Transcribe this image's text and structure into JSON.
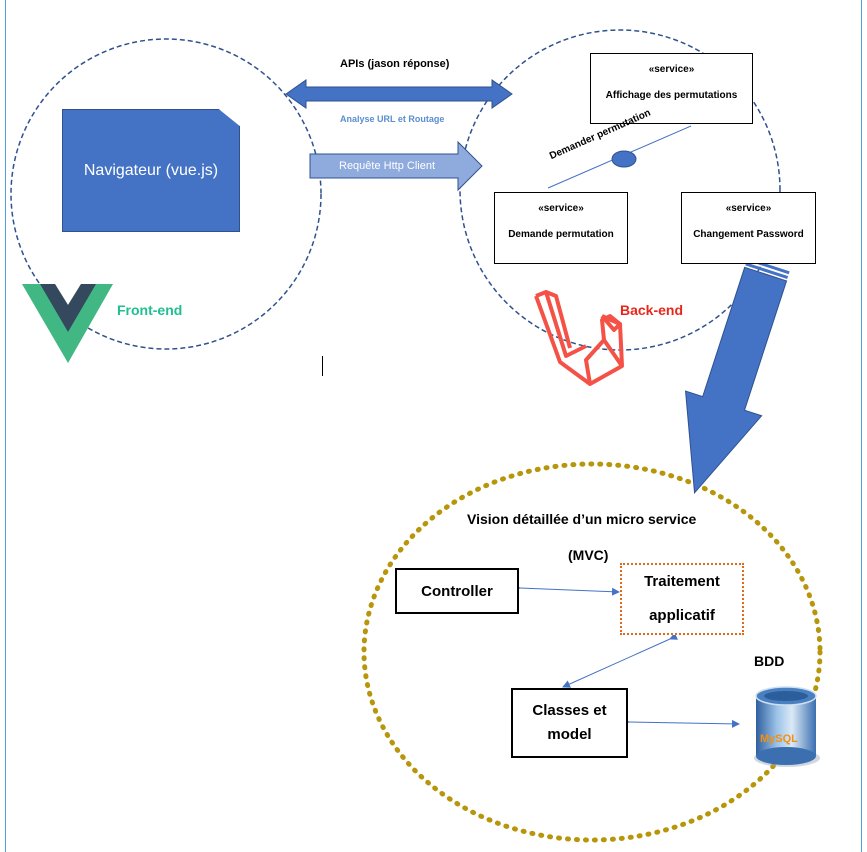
{
  "frontend": {
    "browser_label": "Navigateur (vue.js)",
    "label": "Front-end",
    "label_color": "#1fbf8f"
  },
  "connections": {
    "api_label": "APIs (jason réponse)",
    "routing_label": "Analyse URL et Routage",
    "request_label": "Requête Http Client"
  },
  "backend": {
    "label": "Back-end",
    "label_color": "#e8271b",
    "stereotype": "«service»",
    "services": {
      "display": "Affichage des permutations",
      "request": "Demande permutation",
      "password": "Changement Password"
    },
    "interface_label": "Demander permutation"
  },
  "microservice": {
    "title": "Vision détaillée d’un micro service",
    "subtitle": "(MVC)",
    "controller": "Controller",
    "processing_line1": "Traitement",
    "processing_line2": "applicatif",
    "model_line1": "Classes et",
    "model_line2": "model",
    "db_label": "BDD",
    "db_logo_text": "MySQL"
  },
  "colors": {
    "accent_blue": "#4472c4",
    "dark_blue_outline": "#2f528f",
    "gold_dots": "#b8960c",
    "orange_dots": "#e06a1a",
    "laravel_red": "#f55247",
    "vue_green": "#41b883",
    "vue_navy": "#35495e"
  }
}
